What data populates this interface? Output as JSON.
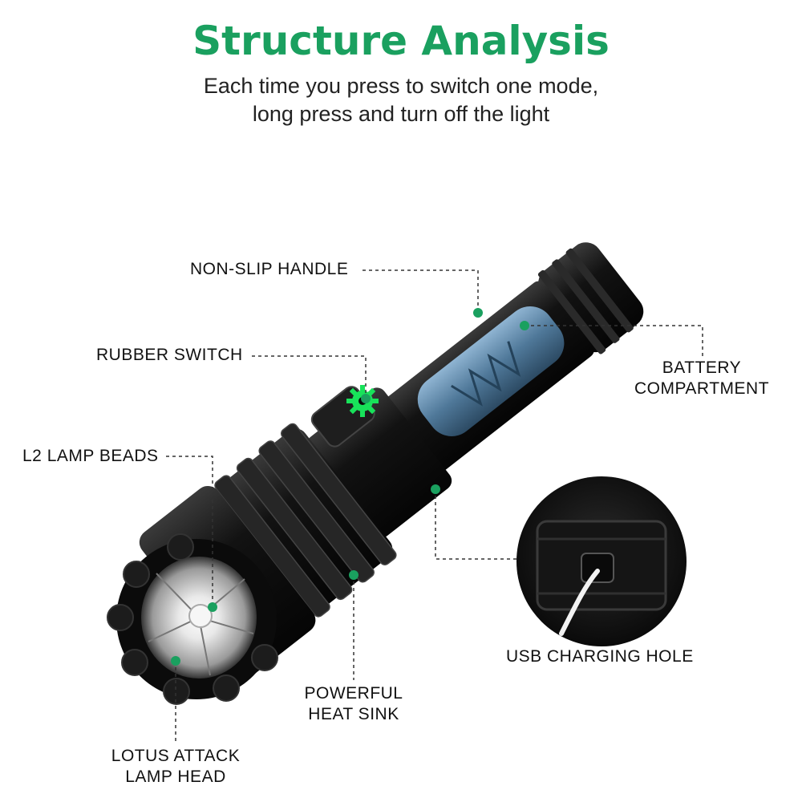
{
  "header": {
    "title": "Structure Analysis",
    "subtitle_line1": "Each time you press to switch one mode,",
    "subtitle_line2": "long press and turn off the light"
  },
  "labels": {
    "non_slip_handle": "NON-SLIP HANDLE",
    "rubber_switch": "RUBBER SWITCH",
    "l2_lamp_beads": "L2 LAMP BEADS",
    "battery_line1": "BATTERY",
    "battery_line2": "COMPARTMENT",
    "usb_charging_hole": "USB CHARGING HOLE",
    "heat_sink_line1": "POWERFUL",
    "heat_sink_line2": "HEAT SINK",
    "lotus_line1": "LOTUS ATTACK",
    "lotus_line2": "LAMP HEAD"
  },
  "colors": {
    "accent": "#1aa05f",
    "text": "#111111",
    "battery": "#5b84a8",
    "body": "#141414"
  },
  "icons": {
    "switch": "gear-icon",
    "usb": "usb-cable-icon"
  }
}
